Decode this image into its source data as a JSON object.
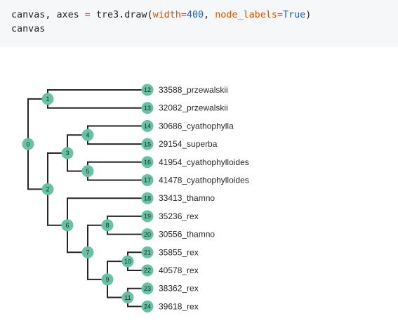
{
  "code": {
    "line1": {
      "lhs": "canvas, axes",
      "eq": " = ",
      "call": "tre3.draw(",
      "arg1_name": "width",
      "arg1_eq": "=",
      "arg1_val": "400",
      "sep": ", ",
      "arg2_name": "node_labels",
      "arg2_eq": "=",
      "arg2_val": "True",
      "close": ")"
    },
    "line2": "canvas"
  },
  "colors": {
    "node_fill": "#66c2a5",
    "edge": "#262626",
    "code_bg": "#f6f7f9"
  },
  "tree": {
    "nodes": [
      {
        "id": "0",
        "children": [
          "1",
          "2"
        ]
      },
      {
        "id": "1",
        "children": [
          "12",
          "13"
        ]
      },
      {
        "id": "2",
        "children": [
          "3",
          "6"
        ]
      },
      {
        "id": "3",
        "children": [
          "4",
          "5"
        ]
      },
      {
        "id": "4",
        "children": [
          "14",
          "15"
        ]
      },
      {
        "id": "5",
        "children": [
          "16",
          "17"
        ]
      },
      {
        "id": "6",
        "children": [
          "18",
          "7"
        ]
      },
      {
        "id": "7",
        "children": [
          "8",
          "9"
        ]
      },
      {
        "id": "8",
        "children": [
          "19",
          "20"
        ]
      },
      {
        "id": "9",
        "children": [
          "10",
          "11"
        ]
      },
      {
        "id": "10",
        "children": [
          "21",
          "22"
        ]
      },
      {
        "id": "11",
        "children": [
          "23",
          "24"
        ]
      }
    ],
    "tips": [
      {
        "id": "12",
        "name": "33588_przewalskii"
      },
      {
        "id": "13",
        "name": "32082_przewalskii"
      },
      {
        "id": "14",
        "name": "30686_cyathophylla"
      },
      {
        "id": "15",
        "name": "29154_superba"
      },
      {
        "id": "16",
        "name": "41954_cyathophylloides"
      },
      {
        "id": "17",
        "name": "41478_cyathophylloides"
      },
      {
        "id": "18",
        "name": "33413_thamno"
      },
      {
        "id": "19",
        "name": "35236_rex"
      },
      {
        "id": "20",
        "name": "30556_thamno"
      },
      {
        "id": "21",
        "name": "35855_rex"
      },
      {
        "id": "22",
        "name": "40578_rex"
      },
      {
        "id": "23",
        "name": "38362_rex"
      },
      {
        "id": "24",
        "name": "39618_rex"
      }
    ]
  }
}
